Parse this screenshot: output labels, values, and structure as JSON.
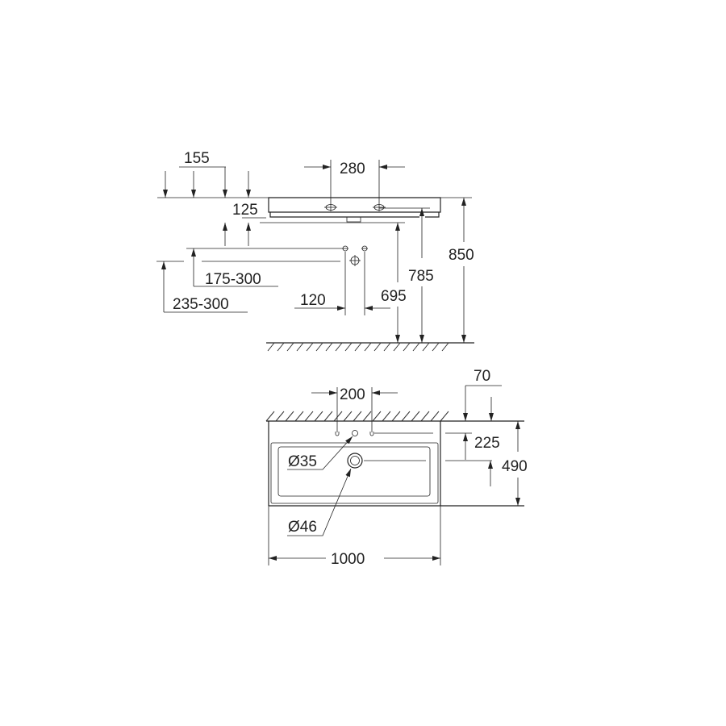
{
  "side_view": {
    "dim_155": "155",
    "dim_280": "280",
    "dim_125": "125",
    "dim_175_300": "175-300",
    "dim_235_300": "235-300",
    "dim_120": "120",
    "dim_695": "695",
    "dim_785": "785",
    "dim_850": "850"
  },
  "top_view": {
    "dim_200": "200",
    "dim_70": "70",
    "dim_225": "225",
    "dim_490": "490",
    "dia_35": "Ø35",
    "dia_46": "Ø46",
    "dim_1000": "1000"
  }
}
